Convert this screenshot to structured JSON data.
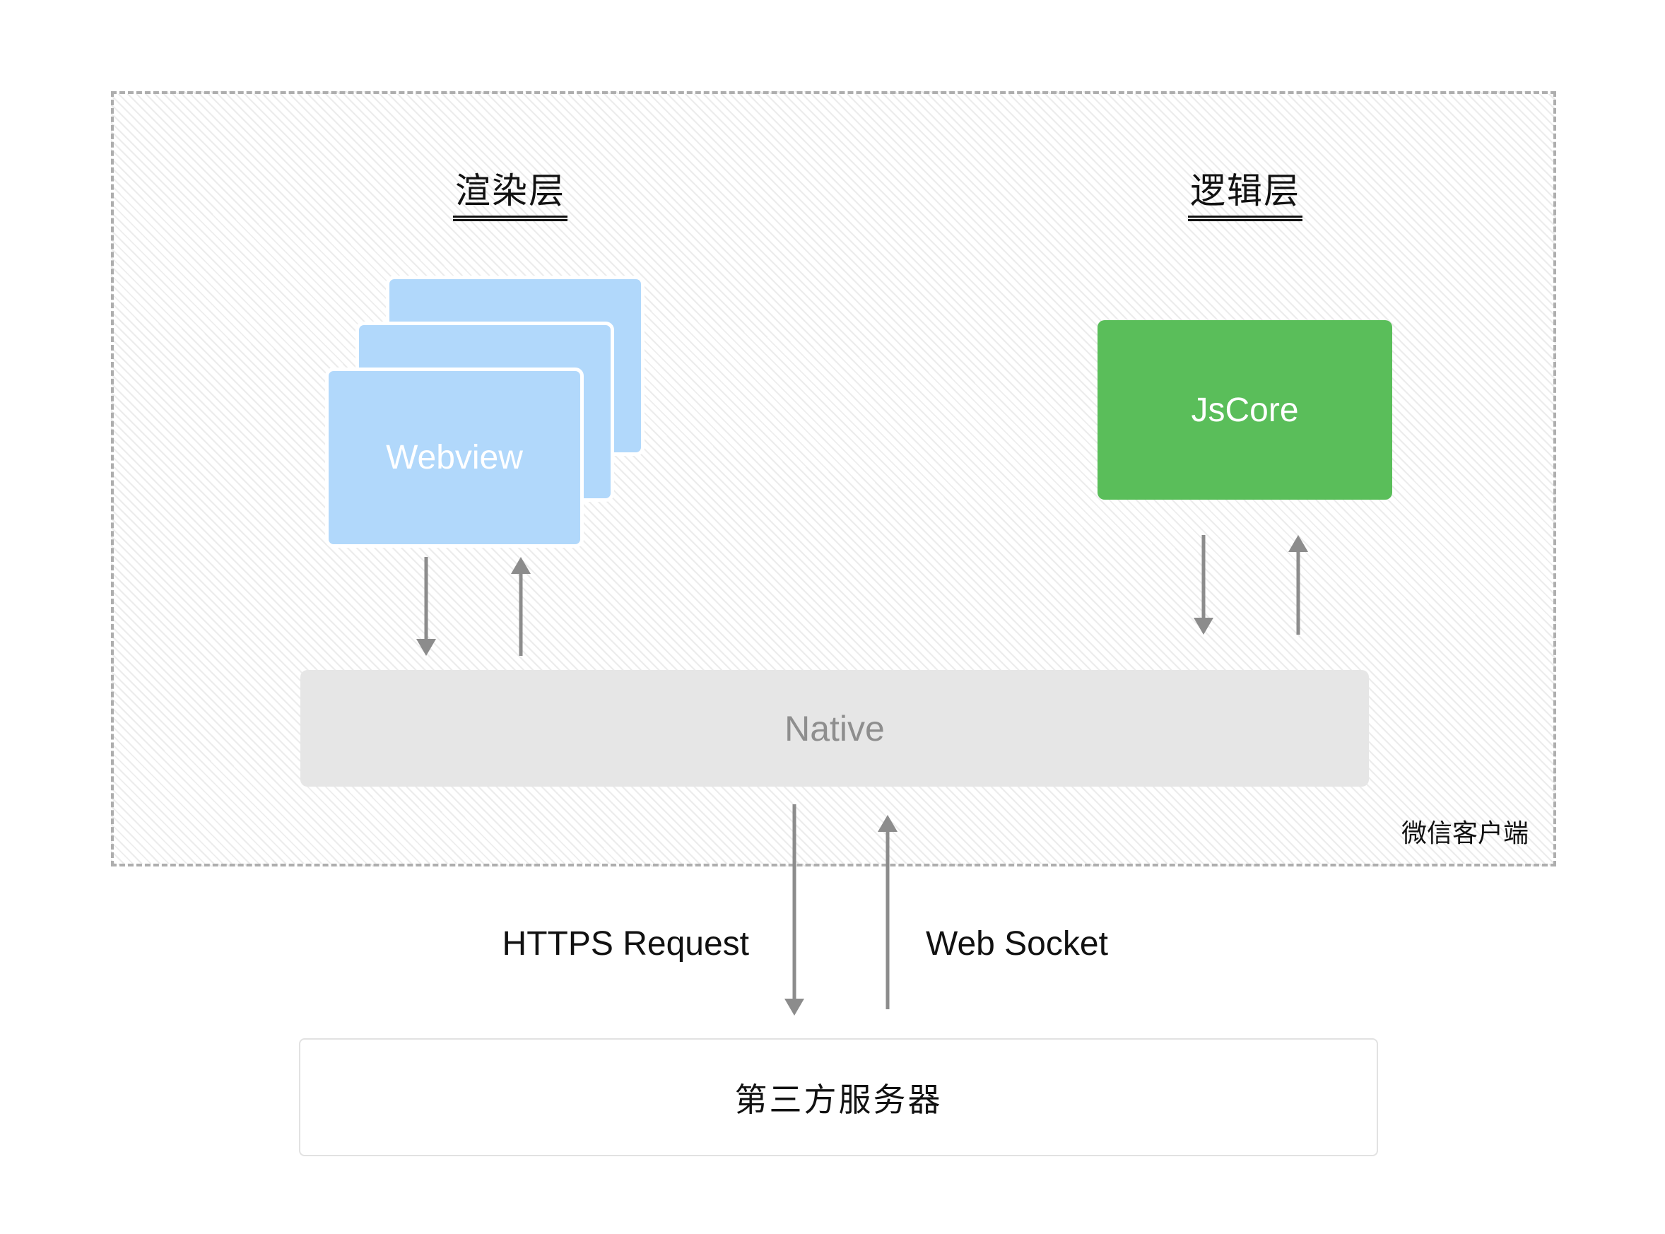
{
  "diagram": {
    "wechat_client": {
      "label": "微信客户端",
      "render_layer": {
        "title": "渲染层",
        "webview_label": "Webview",
        "webview_stack_count": 3
      },
      "logic_layer": {
        "title": "逻辑层",
        "jscore_label": "JsCore"
      },
      "native_label": "Native"
    },
    "network": {
      "https_label": "HTTPS Request",
      "websocket_label": "Web Socket"
    },
    "server_label": "第三方服务器"
  },
  "colors": {
    "webview_fill": "#b1d8fb",
    "jscore_fill": "#5abe5a",
    "native_fill": "#e6e6e6",
    "native_text": "#8e8e8e",
    "arrow": "#8c8c8c",
    "hatch_line": "#ebebeb",
    "dashed_border": "#aeaeae",
    "server_border": "#e2e2e2"
  }
}
